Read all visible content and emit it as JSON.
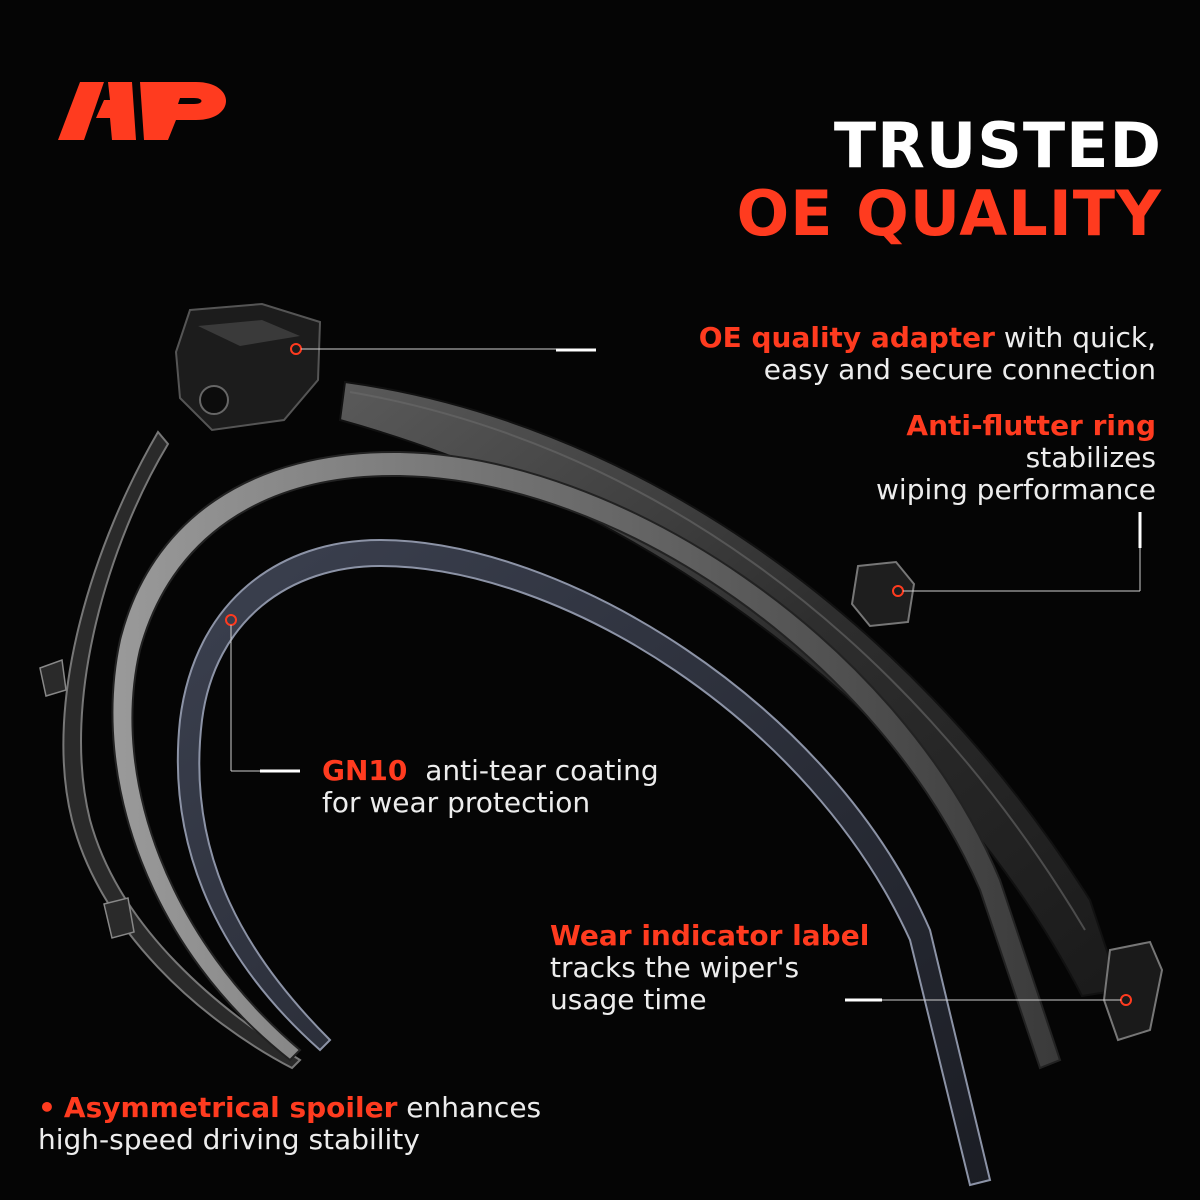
{
  "headline": {
    "line1": "TRUSTED",
    "line2": "OE QUALITY"
  },
  "brand": {
    "logo_icon": "ap-logo",
    "accent_color": "#ff3b1f"
  },
  "callouts": {
    "adapter": {
      "highlight": "OE quality adapter",
      "text_1": " with quick,",
      "text_2": "easy and secure connection"
    },
    "ring": {
      "highlight": "Anti-flutter ring",
      "text_1": "stabilizes",
      "text_2": "wiping performance"
    },
    "coating": {
      "highlight": "GN10",
      "text_1": "  anti-tear coating",
      "text_2": "for wear protection"
    },
    "wear": {
      "highlight": "Wear indicator label",
      "text_1": "tracks the wiper's",
      "text_2": "usage time"
    },
    "spoiler": {
      "bullet": "•",
      "highlight": "Asymmetrical spoiler",
      "text_1": " enhances",
      "text_2": "high-speed driving stability"
    }
  }
}
